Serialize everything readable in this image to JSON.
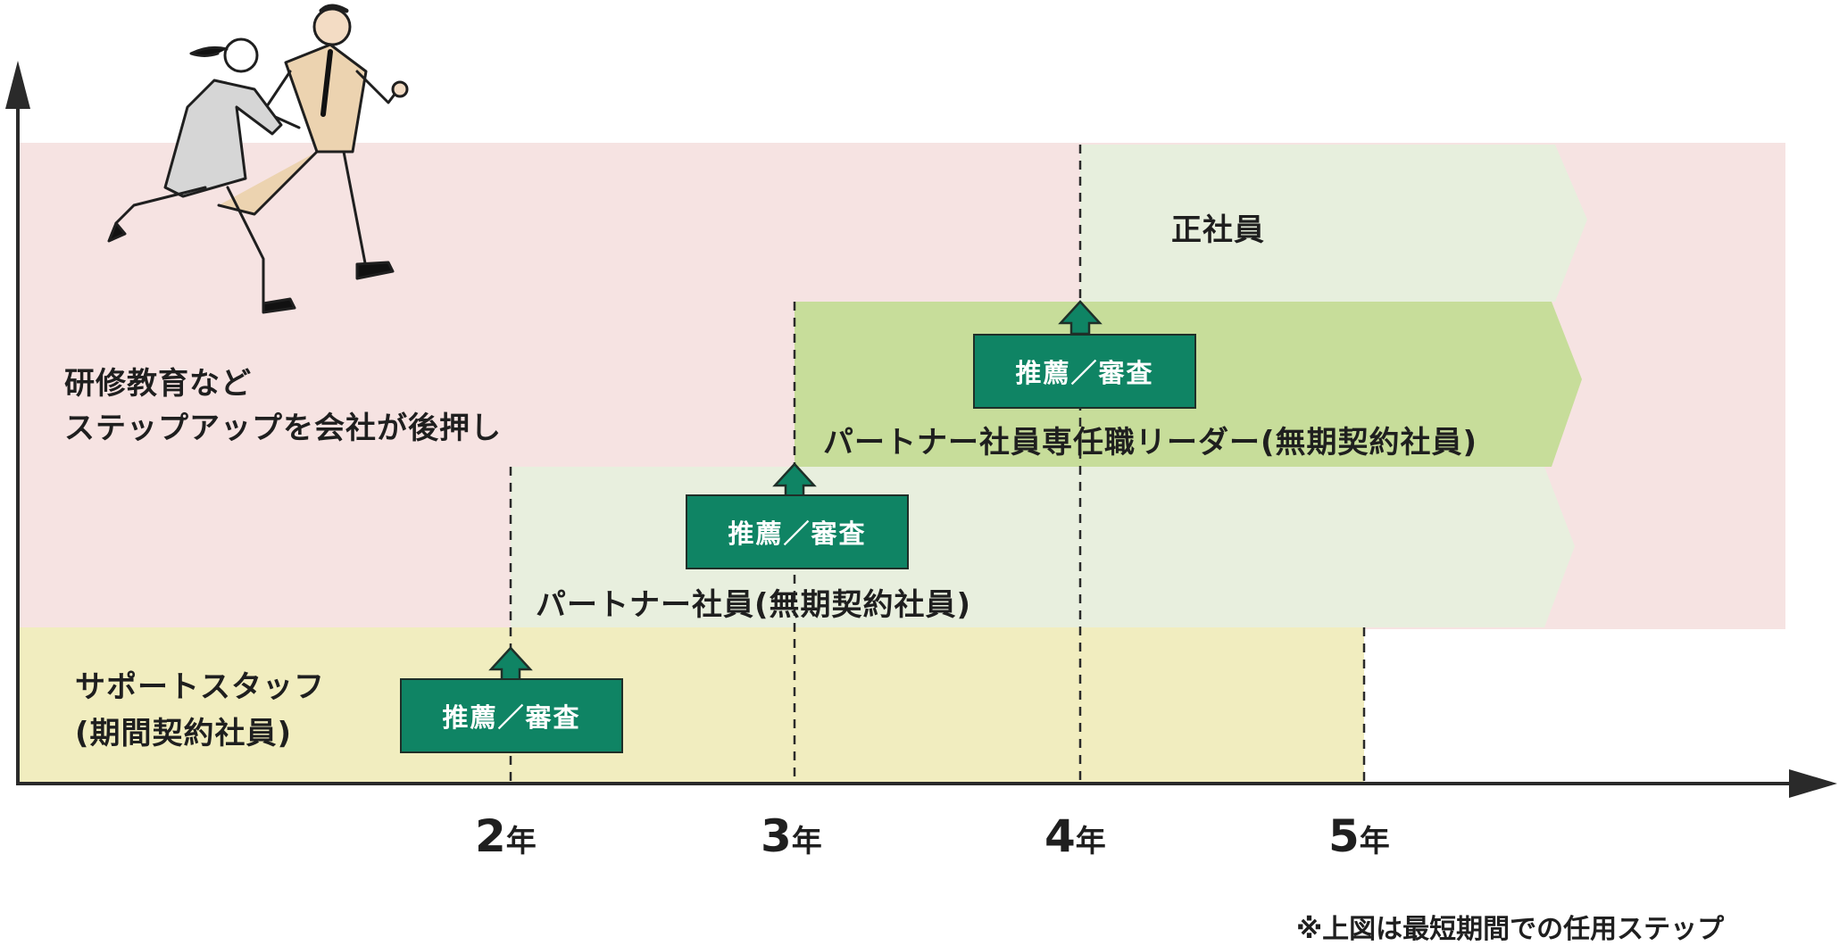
{
  "colors": {
    "background_pink": "#f6e3e2",
    "support_yellow": "#f1edbf",
    "partner_light_green": "#e8efde",
    "leader_green": "#c7dd9a",
    "seishain_light_green": "#e7efdd",
    "recommend_teal": "#0f8464",
    "axis_dark": "#2a2a2a"
  },
  "illustration": {
    "icon": "running-people-icon"
  },
  "training_text": {
    "line1": "研修教育など",
    "line2": "ステップアップを会社が後押し"
  },
  "tiers": {
    "support": {
      "line1": "サポートスタッフ",
      "line2": "(期間契約社員)"
    },
    "partner": {
      "label": "パートナー社員(無期契約社員)"
    },
    "leader": {
      "label": "パートナー社員専任職リーダー(無期契約社員)"
    },
    "seishain": {
      "label": "正社員"
    }
  },
  "recommend_label": "推薦／審査",
  "axis": {
    "years": [
      {
        "num": "2",
        "unit": "年"
      },
      {
        "num": "3",
        "unit": "年"
      },
      {
        "num": "4",
        "unit": "年"
      },
      {
        "num": "5",
        "unit": "年"
      }
    ]
  },
  "footnote": "※上図は最短期間での任用ステップ"
}
